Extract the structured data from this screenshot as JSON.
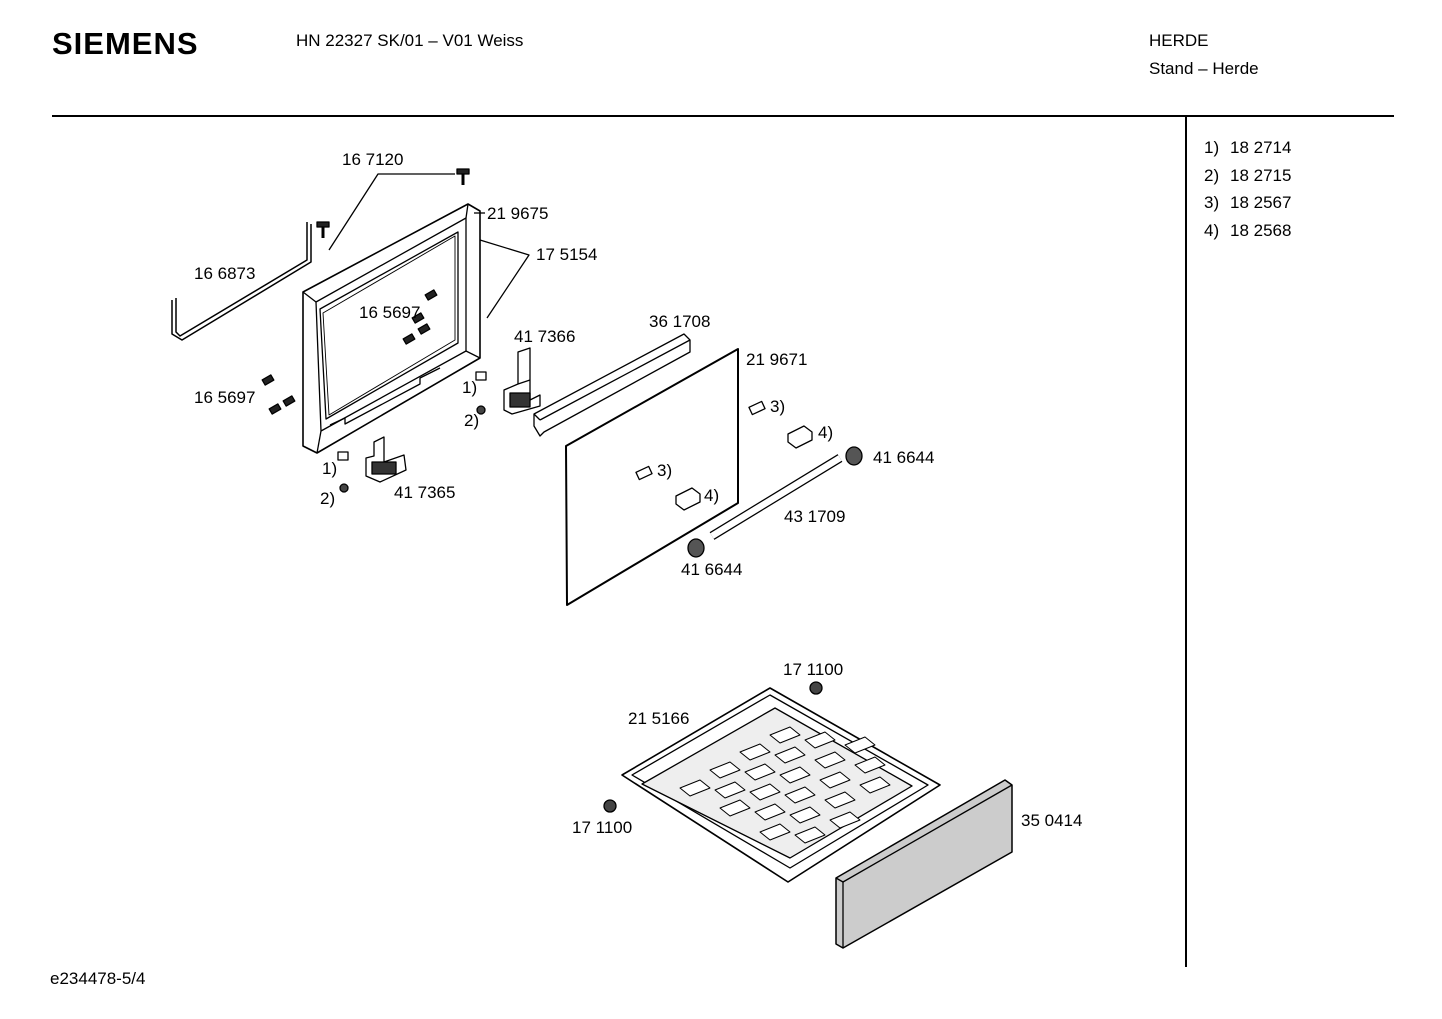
{
  "header": {
    "brand": "SIEMENS",
    "model": "HN 22327 SK/01 – V01 Weiss",
    "category": "HERDE",
    "subcategory": "Stand – Herde"
  },
  "legend": [
    {
      "key": "1)",
      "value": "18 2714"
    },
    {
      "key": "2)",
      "value": "18 2715"
    },
    {
      "key": "3)",
      "value": "18 2567"
    },
    {
      "key": "4)",
      "value": "18 2568"
    }
  ],
  "parts": {
    "p167120": "16 7120",
    "p219675": "21 9675",
    "p175154": "17 5154",
    "p166873": "16 6873",
    "p165697a": "16 5697",
    "p165697b": "16 5697",
    "p417366": "41 7366",
    "p361708": "36 1708",
    "p219671": "21 9671",
    "p417365": "41 7365",
    "p416644a": "41 6644",
    "p416644b": "41 6644",
    "p431709": "43 1709",
    "p171100a": "17 1100",
    "p171100b": "17 1100",
    "p215166": "21 5166",
    "p350414": "35 0414"
  },
  "callouts": {
    "c1a": "1)",
    "c2a": "2)",
    "c1b": "1)",
    "c2b": "2)",
    "c3a": "3)",
    "c4a": "4)",
    "c3b": "3)",
    "c4b": "4)"
  },
  "footer": "e234478-5/4"
}
